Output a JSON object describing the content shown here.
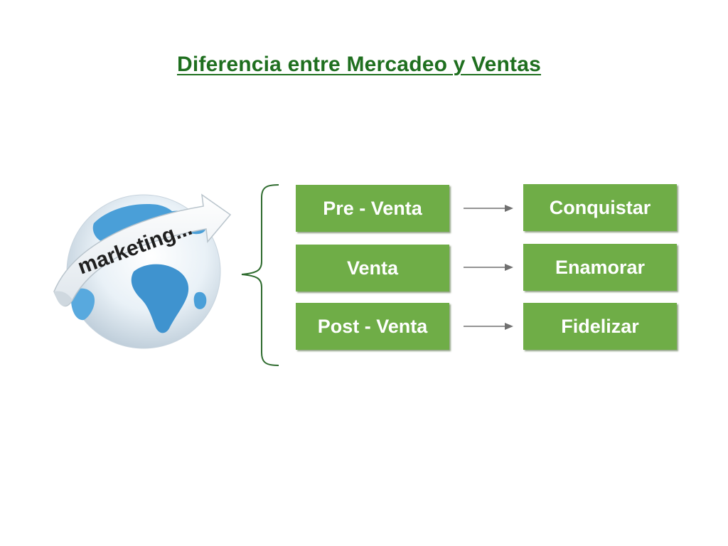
{
  "title": "Diferencia entre Mercadeo y Ventas",
  "image": {
    "icon": "marketing-globe-icon",
    "label": "marketing..."
  },
  "stages": [
    {
      "label": "Pre - Venta",
      "result": "Conquistar"
    },
    {
      "label": "Venta",
      "result": "Enamorar"
    },
    {
      "label": "Post - Venta",
      "result": "Fidelizar"
    }
  ],
  "colors": {
    "title": "#1f6f1f",
    "box": "#6fad47",
    "box_text": "#ffffff",
    "brace": "#2e6b2e",
    "arrow": "#707070",
    "globe": "#3d8fc9",
    "globe_land": "#4aa3dc"
  }
}
